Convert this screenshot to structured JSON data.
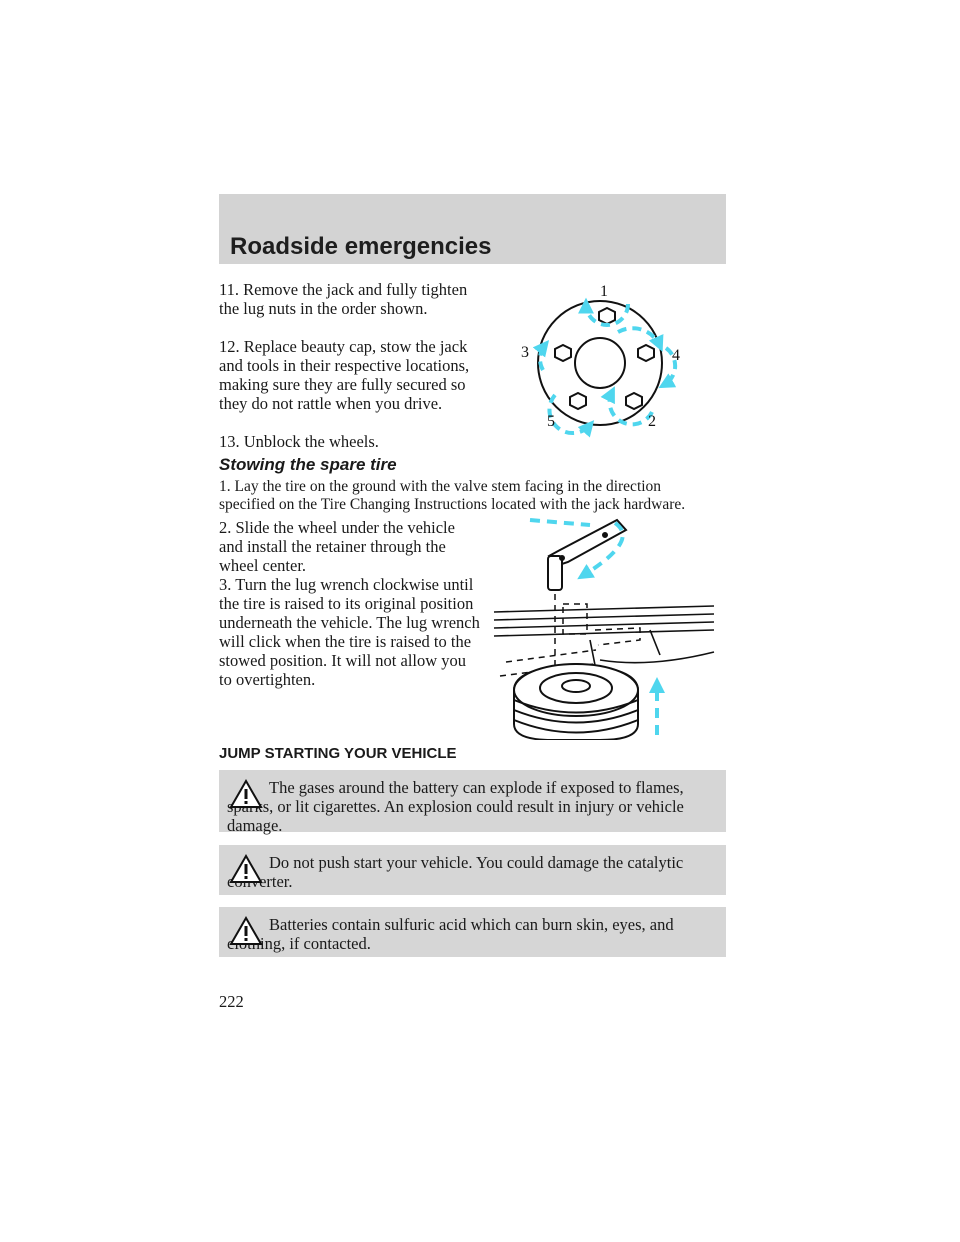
{
  "header": {
    "title": "Roadside emergencies"
  },
  "steps_top": [
    "11. Remove the jack and fully tighten the lug nuts in the order shown.",
    "12. Replace beauty cap, stow the jack and tools in their respective locations, making sure they are fully secured so they do not rattle when you drive.",
    "13. Unblock the wheels."
  ],
  "lug_figure": {
    "labels": [
      "1",
      "2",
      "3",
      "4",
      "5"
    ]
  },
  "stowing": {
    "heading": "Stowing the spare tire",
    "step1": "1. Lay the tire on the ground with the valve stem facing in the direction specified on the Tire Changing Instructions located with the jack hardware.",
    "step2": "2. Slide the wheel under the vehicle and install the retainer through the wheel center.",
    "step3": "3. Turn the lug wrench clockwise until the tire is raised to its original position underneath the vehicle. The lug wrench will click when the tire is raised to the stowed position. It will not allow you to overtighten."
  },
  "jump": {
    "heading": "JUMP STARTING YOUR VEHICLE",
    "warnings": [
      "The gases around the battery can explode if exposed to flames, sparks, or lit cigarettes. An explosion could result in injury or vehicle damage.",
      "Do not push start your vehicle. You could damage the catalytic converter.",
      "Batteries contain sulfuric acid which can burn skin, eyes, and clothing, if contacted."
    ]
  },
  "page_number": "222",
  "colors": {
    "arrow_cyan": "#4fd6ee",
    "band_gray": "#d3d3d3",
    "warning_gray": "#d6d6d6"
  },
  "icons": {
    "warning": "warning-triangle-icon"
  }
}
